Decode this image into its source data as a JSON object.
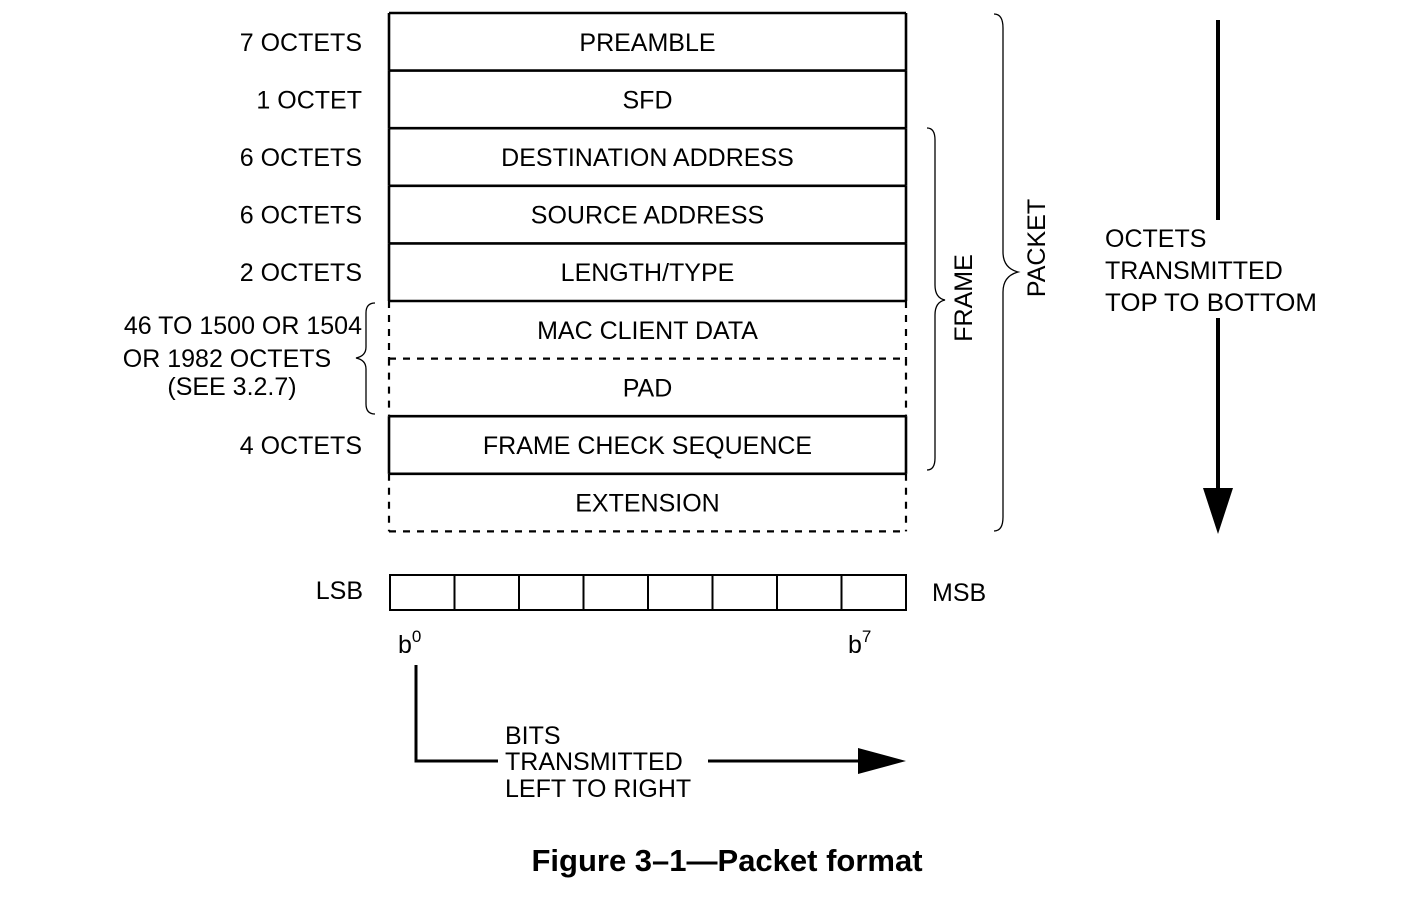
{
  "fields": [
    {
      "name": "PREAMBLE",
      "size": "7 OCTETS",
      "style": "solid"
    },
    {
      "name": "SFD",
      "size": "1 OCTET",
      "style": "solid"
    },
    {
      "name": "DESTINATION ADDRESS",
      "size": "6 OCTETS",
      "style": "solid"
    },
    {
      "name": "SOURCE ADDRESS",
      "size": "6 OCTETS",
      "style": "solid"
    },
    {
      "name": "LENGTH/TYPE",
      "size": "2 OCTETS",
      "style": "solid"
    },
    {
      "name": "MAC CLIENT DATA",
      "size": "",
      "style": "dashed"
    },
    {
      "name": "PAD",
      "size": "",
      "style": "dashed"
    },
    {
      "name": "FRAME CHECK SEQUENCE",
      "size": "4 OCTETS",
      "style": "solid"
    },
    {
      "name": "EXTENSION",
      "size": "",
      "style": "dashed"
    }
  ],
  "data_size_label": {
    "line1": "46 TO 1500 OR 1504",
    "line2": "OR 1982 OCTETS",
    "line3": "(SEE 3.2.7)"
  },
  "frame_label": "FRAME",
  "packet_label": "PACKET",
  "octet_order": {
    "line1": "OCTETS",
    "line2": "TRANSMITTED",
    "line3": "TOP TO BOTTOM"
  },
  "bit_order": {
    "lsb": "LSB",
    "msb": "MSB",
    "first_bit": "b",
    "first_bit_sup": "0",
    "last_bit": "b",
    "last_bit_sup": "7",
    "bit_count": 8,
    "line1": "BITS",
    "line2": "TRANSMITTED",
    "line3": "LEFT TO RIGHT"
  },
  "caption": "Figure 3–1—Packet format"
}
